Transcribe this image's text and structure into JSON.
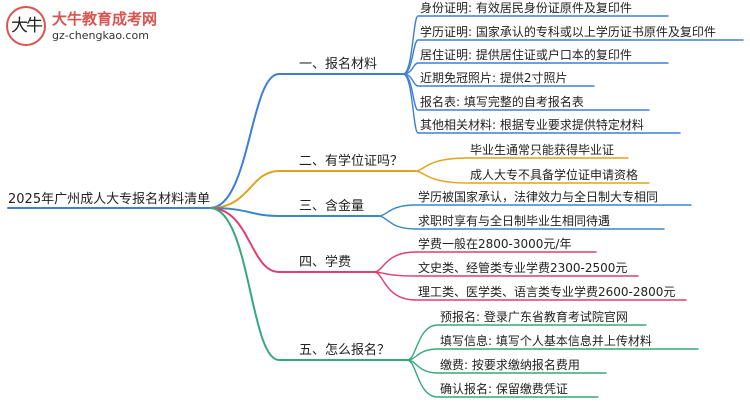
{
  "logo": {
    "name": "大牛教育成考网",
    "url": "gz-chengkao.com",
    "mark": "大牛"
  },
  "root": {
    "label": "2025年广州成人大专报名材料清单"
  },
  "branches": [
    {
      "label": "一、报名材料",
      "color": "#3d7fd6",
      "leaves": [
        "身份证明: 有效居民身份证原件及复印件",
        "学历证明: 国家承认的专科或以上学历证书原件及复印件",
        "居住证明: 提供居住证或户口本的复印件",
        "近期免冠照片: 提供2寸照片",
        "报名表: 填写完整的自考报名表",
        "其他相关材料: 根据专业要求提供特定材料"
      ]
    },
    {
      "label": "二、有学位证吗？",
      "color": "#e3a21a",
      "leaves": [
        "毕业生通常只能获得毕业证",
        "成人大专不具备学位证申请资格"
      ]
    },
    {
      "label": "三、含金量",
      "color": "#3a86c8",
      "leaves": [
        "学历被国家承认，法律效力与全日制大专相同",
        "求职时享有与全日制毕业生相同待遇"
      ]
    },
    {
      "label": "四、学费",
      "color": "#e03e6e",
      "leaves": [
        "学费一般在2800-3000元/年",
        "文史类、经管类专业学费2300-2500元",
        "理工类、医学类、语言类专业学费2600-2800元"
      ]
    },
    {
      "label": "五、怎么报名？",
      "color": "#36a87a",
      "leaves": [
        "预报名: 登录广东省教育考试院官网",
        "填写信息: 填写个人基本信息并上传材料",
        "缴费: 按要求缴纳报名费用",
        "确认报名: 保留缴费凭证"
      ]
    }
  ]
}
